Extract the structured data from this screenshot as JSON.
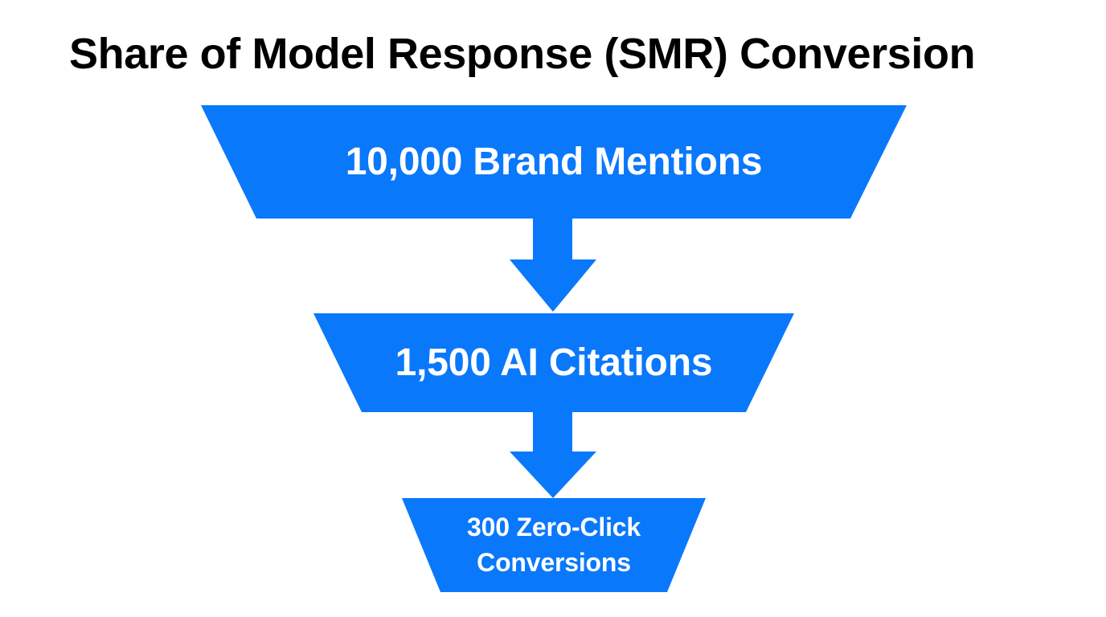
{
  "title": "Share of Model Response (SMR) Conversion",
  "theme": {
    "background": "#ffffff",
    "funnel_blue": "#0a78fb",
    "title_color": "#000000",
    "label_color": "#ffffff"
  },
  "funnel": {
    "stages": [
      {
        "id": "brand-mentions",
        "value": 10000,
        "value_label": "10,000",
        "name": "Brand Mentions",
        "line1": "10,000 Brand Mentions",
        "line2": ""
      },
      {
        "id": "ai-citations",
        "value": 1500,
        "value_label": "1,500",
        "name": "AI Citations",
        "line1": "1,500 AI Citations",
        "line2": ""
      },
      {
        "id": "zero-click-conversions",
        "value": 300,
        "value_label": "300",
        "name": "Zero-Click Conversions",
        "line1": "300 Zero-Click",
        "line2": "Conversions"
      }
    ],
    "connectors": [
      {
        "id": "arrow-1",
        "from": "brand-mentions",
        "to": "ai-citations",
        "direction": "down"
      },
      {
        "id": "arrow-2",
        "from": "ai-citations",
        "to": "zero-click-conversions",
        "direction": "down"
      }
    ]
  },
  "chart_data": {
    "type": "bar",
    "title": "Share of Model Response (SMR) Conversion",
    "subtitle": "",
    "xlabel": "",
    "ylabel": "",
    "categories": [
      "10,000 Brand Mentions",
      "1,500 AI Citations",
      "300 Zero-Click Conversions"
    ],
    "values": [
      10000,
      1500,
      300
    ],
    "value_labels": [
      "10,000",
      "1,500",
      "300"
    ],
    "legend": [],
    "grid": false,
    "ylim": [
      0,
      10000
    ],
    "orientation": "funnel-vertical",
    "notes": "Funnel diagram: three stacked trapezoids connected by downward arrows, narrowing top to bottom."
  }
}
